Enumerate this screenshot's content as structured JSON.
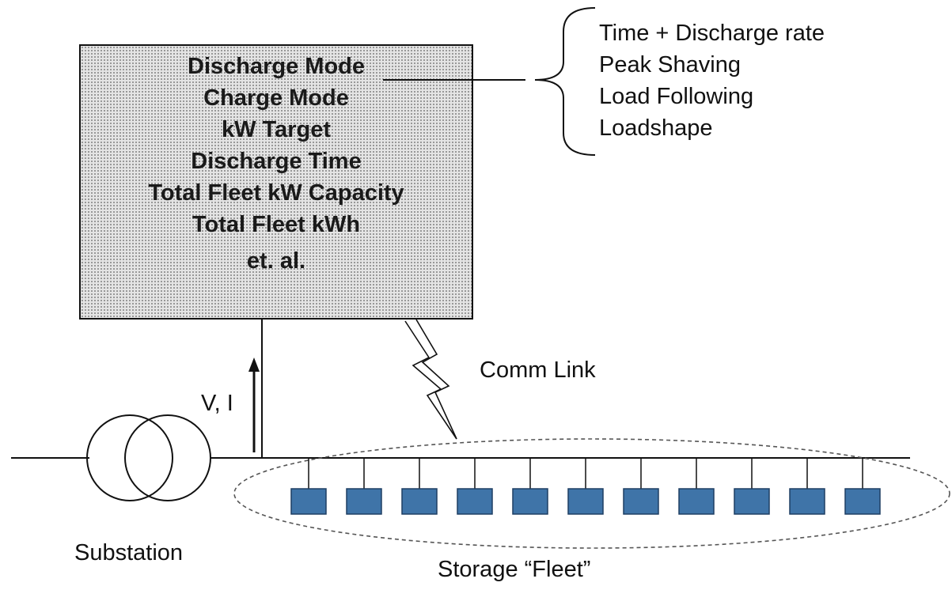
{
  "controller": {
    "parameters": [
      "Discharge Mode",
      "Charge Mode",
      "kW Target",
      "Discharge Time",
      "Total Fleet kW Capacity",
      "Total Fleet kWh",
      "et. al."
    ]
  },
  "discharge_modes": [
    "Time + Discharge rate",
    "Peak Shaving",
    "Load Following",
    "Loadshape"
  ],
  "labels": {
    "comm_link": "Comm Link",
    "measurement": "V, I",
    "substation": "Substation",
    "storage_fleet": "Storage “Fleet”"
  },
  "fleet": {
    "unit_count": 11,
    "unit_color": "#3f74a8"
  },
  "colors": {
    "line": "#111111",
    "box_fill": "#e4e4e4"
  }
}
